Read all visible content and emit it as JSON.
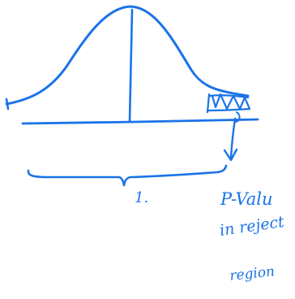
{
  "colors": {
    "ink": "#1a73e8",
    "background": "#ffffff"
  },
  "labels": {
    "brace_value": "1.",
    "note_line1": "P-Valu",
    "note_line2": "in reject",
    "note_line3": "region"
  }
}
